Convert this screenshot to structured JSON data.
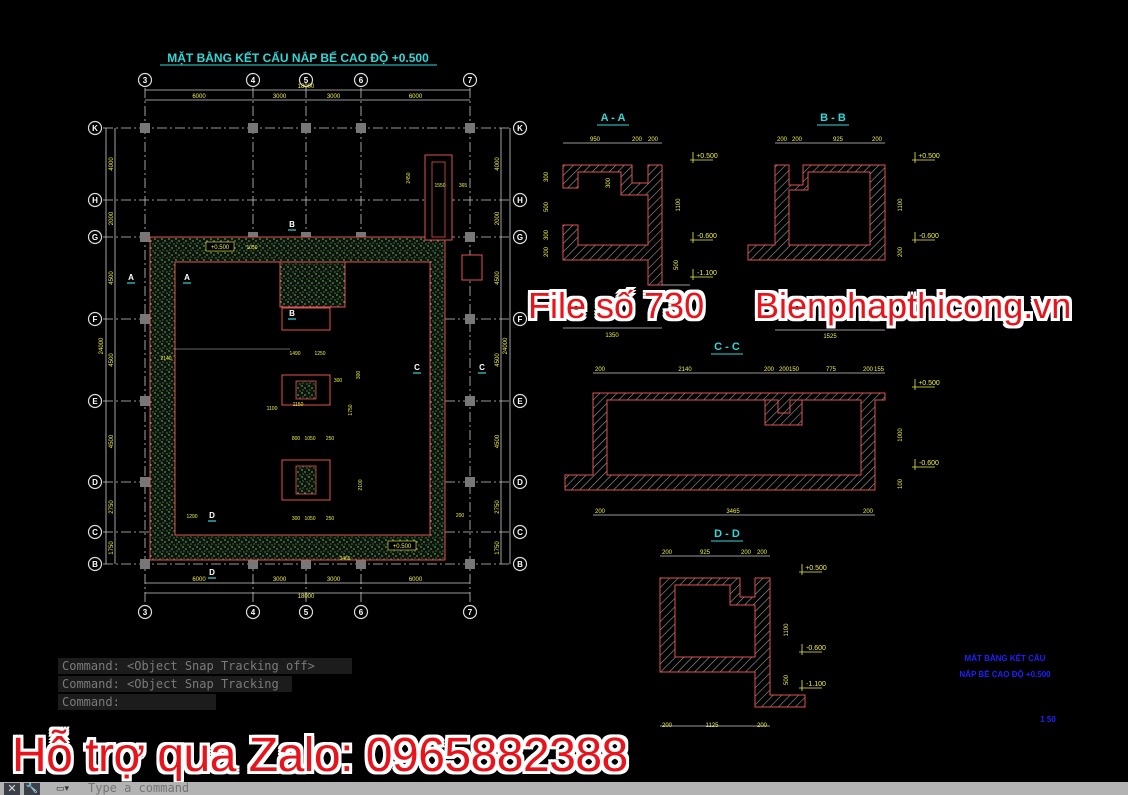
{
  "plan": {
    "title": "MẶT BẰNG KẾT CẤU NẮP BỂ CAO ĐỘ +0.500",
    "columns": [
      "3",
      "4",
      "5",
      "6",
      "7"
    ],
    "rows": [
      "K",
      "H",
      "G",
      "F",
      "E",
      "D",
      "C",
      "B"
    ],
    "top_dims": [
      "6000",
      "3000",
      "3000",
      "6000"
    ],
    "top_total": "18000",
    "bottom_dims": [
      "6000",
      "3000",
      "3000",
      "6000"
    ],
    "bottom_total": "18000",
    "left_dims": [
      "4000",
      "2000",
      "4500",
      "4500",
      "4500",
      "2750",
      "1750"
    ],
    "left_total": "24000",
    "right_dims": [
      "4000",
      "2000",
      "4500",
      "4500",
      "4500",
      "2750",
      "1750"
    ],
    "right_total": "24000",
    "section_marks": [
      "A",
      "A",
      "B",
      "B",
      "C",
      "C",
      "D",
      "D"
    ],
    "level_tags": [
      "+0.500",
      "+0.500"
    ],
    "inner_dims": [
      "1550",
      "365",
      "2450",
      "1490",
      "1250",
      "1150",
      "1100",
      "800",
      "1050",
      "250",
      "300",
      "300",
      "1050",
      "250",
      "300",
      "2100",
      "1750",
      "1050",
      "2140",
      "200",
      "1290",
      "3465"
    ]
  },
  "sections": {
    "aa": {
      "title": "A - A",
      "dims": [
        "950",
        "200",
        "200",
        "300",
        "500",
        "300",
        "200",
        "1100",
        "500",
        "1350",
        "300"
      ],
      "levels": [
        "+0.500",
        "-0.600",
        "-1.100"
      ]
    },
    "bb": {
      "title": "B - B",
      "dims": [
        "200",
        "200",
        "925",
        "200",
        "1100",
        "200",
        "1525"
      ],
      "levels": [
        "+0.500",
        "-0.600"
      ]
    },
    "cc": {
      "title": "C - C",
      "dims": [
        "200",
        "2140",
        "200",
        "200",
        "150",
        "775",
        "200",
        "155",
        "1000",
        "100",
        "200",
        "3465",
        "200"
      ],
      "levels": [
        "+0.500",
        "-0.600"
      ]
    },
    "dd": {
      "title": "D - D",
      "dims": [
        "200",
        "925",
        "200",
        "200",
        "1100",
        "500",
        "200",
        "1125",
        "200"
      ],
      "levels": [
        "+0.500",
        "-0.600",
        "-1.100"
      ]
    }
  },
  "legend": {
    "line1": "MẶT BẰNG KẾT CẤU",
    "line2": "NẮP BỂ CAO ĐỘ +0.500",
    "scale": "1   50"
  },
  "watermarks": {
    "file": "File số 730",
    "site": "Bienphapthicong.vn",
    "zalo": "Hỗ trợ qua Zalo: 0965882388"
  },
  "command": {
    "history": [
      "Command:  <Object Snap Tracking off>",
      "Command:  <Object Snap Tracking",
      "Command:"
    ],
    "placeholder": "Type a command",
    "close_icon": "close-icon",
    "wrench_icon": "wrench-icon"
  },
  "colors": {
    "background": "#000000",
    "wall": "#e05050",
    "dim": "#f0f040",
    "title": "#30d8d8",
    "grid": "#c8c8c8",
    "speckle": "#7ac070",
    "legend": "#2020ff",
    "watermark": "#e8141c"
  }
}
